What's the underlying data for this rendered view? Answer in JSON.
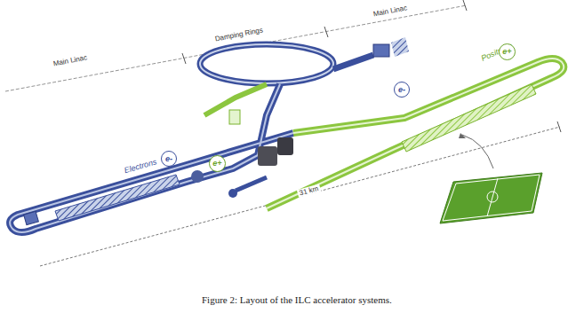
{
  "diagram": {
    "caption": "Figure 2:  Layout of the ILC accelerator systems.",
    "nodes": [
      {
        "text": [
          "e-"
        ]
      },
      {
        "text": [
          "e-"
        ]
      },
      {
        "text": [
          "e+"
        ]
      },
      {
        "text": [
          "e+"
        ]
      }
    ],
    "labels": [
      "Main Linac",
      "Damping Rings",
      "Main Linac",
      "Electrons",
      "Positrons",
      "31 km"
    ]
  }
}
